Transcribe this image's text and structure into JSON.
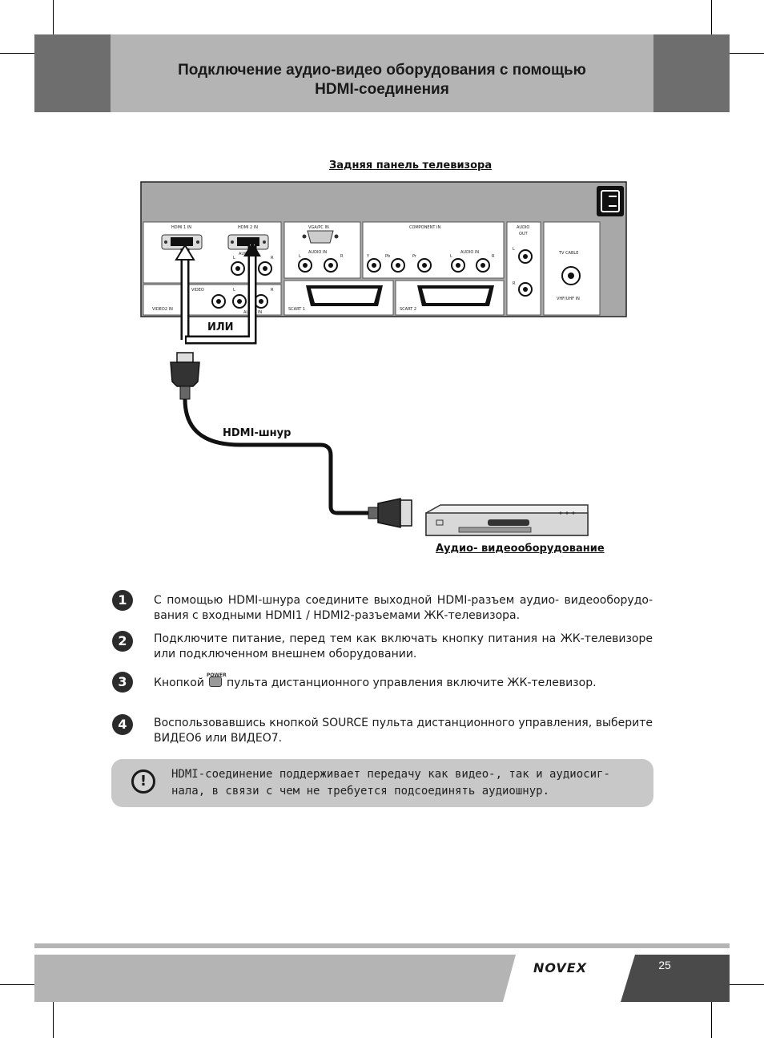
{
  "header": {
    "title_line1": "Подключение аудио-видео оборудования с помощью",
    "title_line2": "HDMI-соединения"
  },
  "diagram": {
    "panel_title": "Задняя панель телевизора",
    "or_label": "ИЛИ",
    "cable_label": "HDMI-шнур",
    "device_label": "Аудио- видеооборудование",
    "ports": {
      "hdmi1": "HDMI 1 IN",
      "hdmi2": "HDMI 2 IN",
      "audio_in": "AUDIO IN",
      "vga": "VGA/PC IN",
      "component": "COMPONENT IN",
      "audio_out": "AUDIO OUT",
      "tv_cable": "TV CABLE",
      "vhf": "VHF/UHF IN",
      "video": "VIDEO",
      "video2": "VIDEO2 IN",
      "scart1": "SCART 1",
      "scart2": "SCART 2",
      "l": "L",
      "r": "R",
      "y": "Y",
      "pb": "Pb",
      "pr": "Pr"
    }
  },
  "steps": [
    {
      "num": "1",
      "text": "С помощью HDMI-шнура соедините выходной HDMI-разъем  аудио- видеооборудо-вания с входными HDMI1 / HDMI2-разъемами ЖК-телевизора."
    },
    {
      "num": "2",
      "text": "Подключите питание, перед тем как включать кнопку питания на ЖК-телевизоре или подключенном внешнем оборудовании."
    },
    {
      "num": "3",
      "text_before": "Кнопкой",
      "power_caption": "POWER",
      "text_after": "пульта дистанционного управления включите ЖК-телевизор."
    },
    {
      "num": "4",
      "text": "Воспользовавшись кнопкой SOURCE пульта дистанционного управления, выберите ВИДЕО6 или ВИДЕО7."
    }
  ],
  "note": {
    "icon": "exclamation-icon",
    "text_line1": "HDMI-соединение поддерживает передачу как видео-, так и аудиосиг-",
    "text_line2": "нала, в связи с чем не требуется подсоединять аудиошнур."
  },
  "footer": {
    "brand": "NOVEX",
    "page_number": "25"
  },
  "colors": {
    "header_dark": "#6e6e6e",
    "header_light": "#b4b4b4",
    "footer_dark": "#4a4a4a",
    "note_bg": "#c8c8c8"
  }
}
